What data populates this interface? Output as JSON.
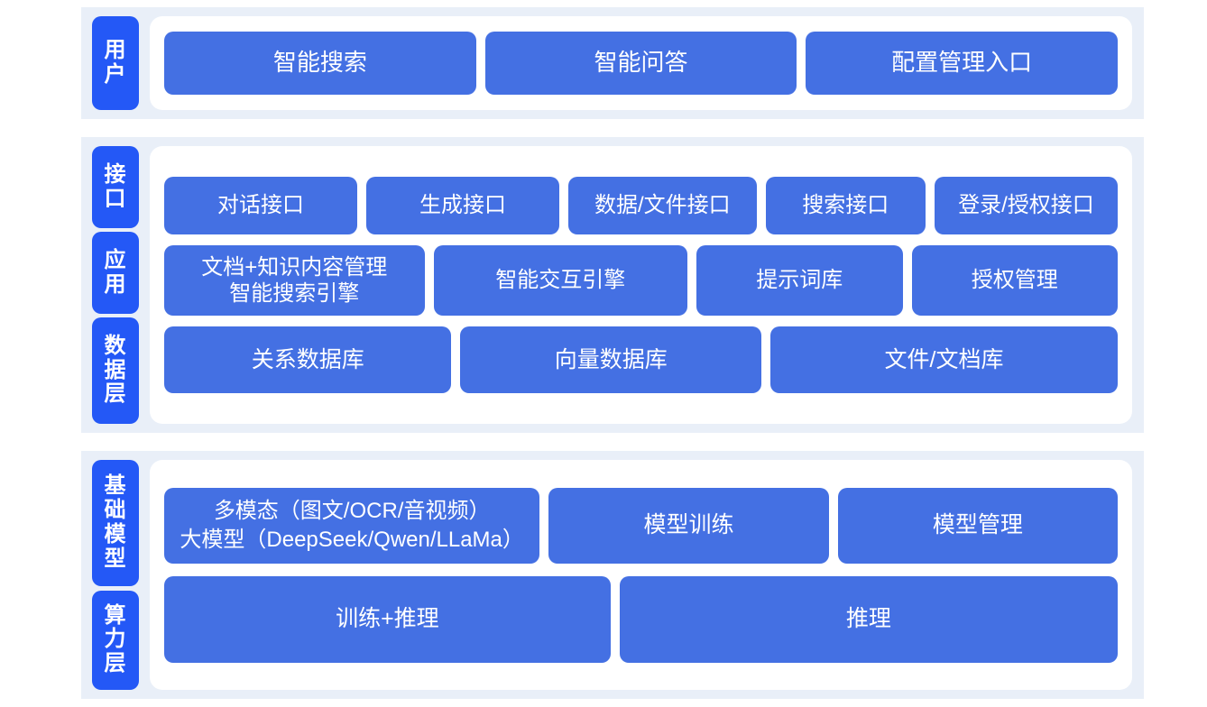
{
  "diagram": {
    "type": "layered-architecture",
    "colors": {
      "rail_blue": "#2458f6",
      "card_blue": "#4470e3",
      "section_backdrop": "#e9eff8",
      "panel_white": "#ffffff",
      "page_background": "#ffffff",
      "text_on_blue": "#ffffff"
    },
    "sections": [
      {
        "id": "user",
        "rails": [
          {
            "label": "用户",
            "chars": [
              "用",
              "户"
            ]
          }
        ],
        "rows": [
          {
            "id": "user-entries",
            "cards": [
              {
                "lines": [
                  "智能搜索"
                ]
              },
              {
                "lines": [
                  "智能问答"
                ]
              },
              {
                "lines": [
                  "配置管理入口"
                ]
              }
            ]
          }
        ]
      },
      {
        "id": "middle",
        "rails": [
          {
            "label": "接口",
            "chars": [
              "接",
              "口"
            ]
          },
          {
            "label": "应用",
            "chars": [
              "应",
              "用"
            ]
          },
          {
            "label": "数据层",
            "chars": [
              "数",
              "据",
              "层"
            ]
          }
        ],
        "rows": [
          {
            "id": "interface",
            "cards": [
              {
                "lines": [
                  "对话接口"
                ]
              },
              {
                "lines": [
                  "生成接口"
                ]
              },
              {
                "lines": [
                  "数据/文件接口"
                ]
              },
              {
                "lines": [
                  "搜索接口"
                ]
              },
              {
                "lines": [
                  "登录/授权接口"
                ]
              }
            ]
          },
          {
            "id": "application",
            "cards": [
              {
                "lines": [
                  "文档+知识内容管理",
                  "智能搜索引擎"
                ]
              },
              {
                "lines": [
                  "智能交互引擎"
                ]
              },
              {
                "lines": [
                  "提示词库"
                ]
              },
              {
                "lines": [
                  "授权管理"
                ]
              }
            ]
          },
          {
            "id": "data-layer",
            "cards": [
              {
                "lines": [
                  "关系数据库"
                ]
              },
              {
                "lines": [
                  "向量数据库"
                ]
              },
              {
                "lines": [
                  "文件/文档库"
                ]
              }
            ]
          }
        ]
      },
      {
        "id": "bottom",
        "rails": [
          {
            "label": "基础模型",
            "chars": [
              "基",
              "础",
              "模",
              "型"
            ]
          },
          {
            "label": "算力层",
            "chars": [
              "算",
              "力",
              "层"
            ]
          }
        ],
        "rows": [
          {
            "id": "foundation-model",
            "cards": [
              {
                "lines": [
                  "多模态（图文/OCR/音视频）",
                  "大模型（DeepSeek/Qwen/LLaMa）"
                ]
              },
              {
                "lines": [
                  "模型训练"
                ]
              },
              {
                "lines": [
                  "模型管理"
                ]
              }
            ]
          },
          {
            "id": "compute",
            "cards": [
              {
                "lines": [
                  "训练+推理"
                ]
              },
              {
                "lines": [
                  "推理"
                ]
              }
            ]
          }
        ]
      }
    ]
  }
}
